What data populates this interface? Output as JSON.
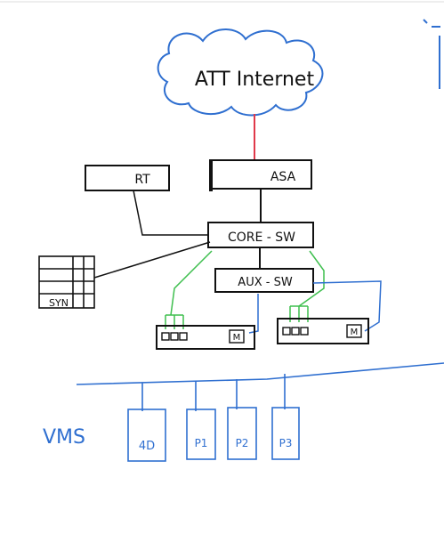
{
  "diagram": {
    "cloud_label": "ATT Internet",
    "asa_label": "ASA",
    "rt_label": "RT",
    "core_sw_label": "CORE - SW",
    "aux_sw_label": "AUX - SW",
    "syn_label": "SYN",
    "vms_label": "VMS",
    "server1_badge": "M",
    "server2_badge": "M",
    "vm_boxes": [
      "4D",
      "P1",
      "P2",
      "P3"
    ],
    "colors": {
      "ink": "#111111",
      "blue": "#2f6fd0",
      "green": "#3fbf4f",
      "red": "#e0394a"
    }
  }
}
